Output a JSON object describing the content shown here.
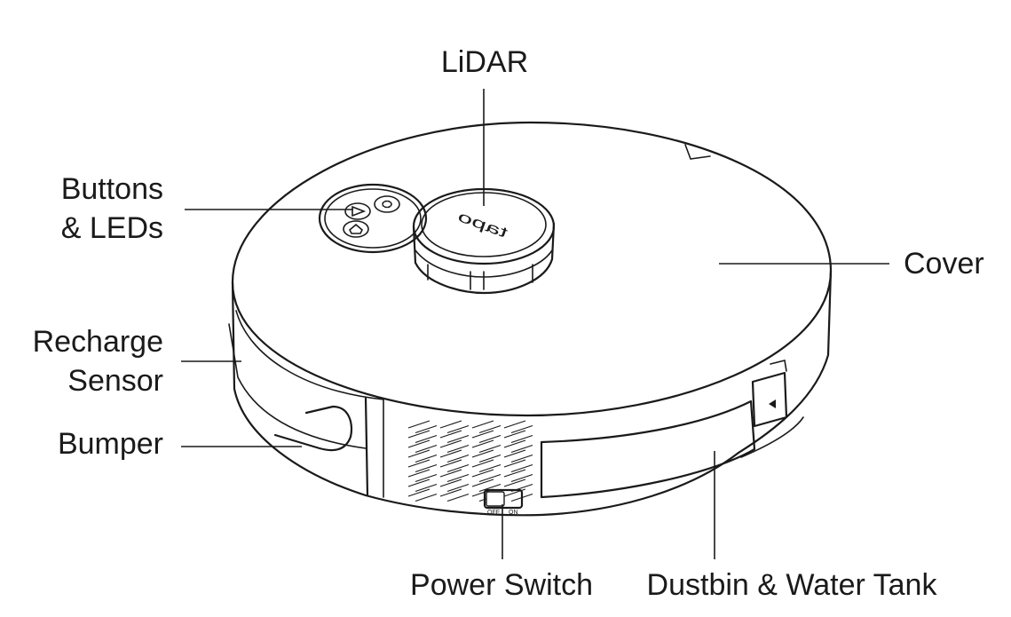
{
  "labels": {
    "lidar": "LiDAR",
    "buttons_line1": "Buttons",
    "buttons_line2": "& LEDs",
    "cover": "Cover",
    "recharge_line1": "Recharge",
    "recharge_line2": "Sensor",
    "bumper": "Bumper",
    "power_switch": "Power Switch",
    "dustbin": "Dustbin & Water Tank"
  },
  "device": {
    "logo": "tapo",
    "switch_off": "OFF",
    "switch_on": "ON"
  },
  "icons": [
    "play-icon",
    "spot-clean-icon",
    "home-icon"
  ]
}
